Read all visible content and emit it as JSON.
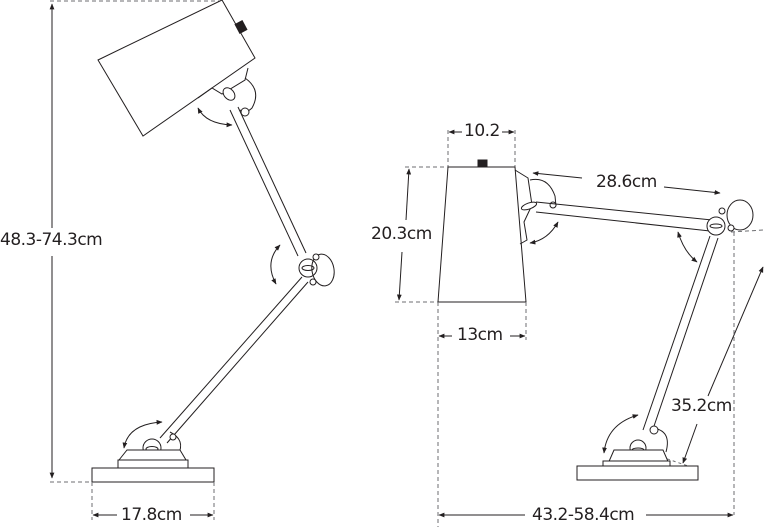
{
  "diagram": {
    "subject": "Adjustable desk lamp dimension drawing",
    "views": [
      {
        "name": "front-view",
        "dimensions": {
          "overall_height": "48.3-74.3cm",
          "base_width": "17.8cm"
        }
      },
      {
        "name": "side-view",
        "dimensions": {
          "shade_top_diameter": "10.2",
          "shade_height": "20.3cm",
          "shade_bottom_diameter": "13cm",
          "upper_arm_length": "28.6cm",
          "lower_arm_length": "35.2cm",
          "overall_reach": "43.2-58.4cm"
        }
      }
    ],
    "colors": {
      "line": "#231f20",
      "dash": "#6d6e71",
      "switch": "#231f20"
    }
  }
}
